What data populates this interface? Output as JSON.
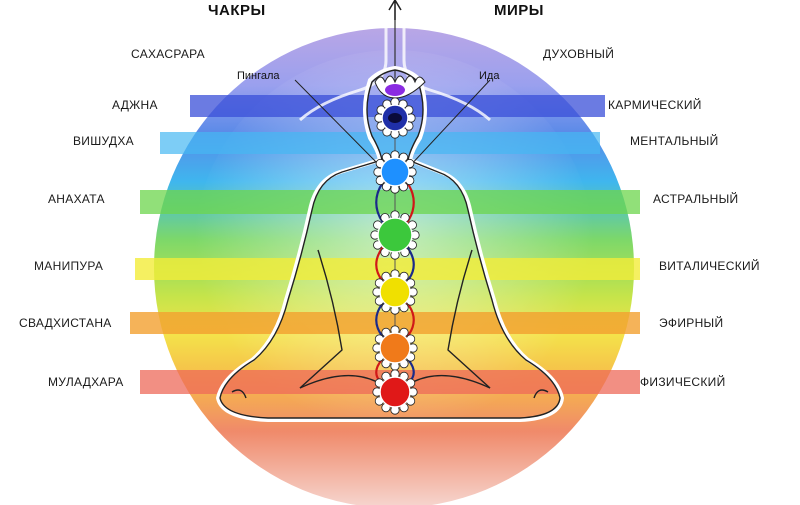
{
  "headers": {
    "chakras": "ЧАКРЫ",
    "worlds": "МИРЫ"
  },
  "nadis": {
    "pingala": "Пингала",
    "ida": "Ида"
  },
  "chakras": [
    {
      "name": "САХАСРАРА",
      "color": "#8a2be2"
    },
    {
      "name": "АДЖНА",
      "color": "#1f2fa8"
    },
    {
      "name": "ВИШУДХА",
      "color": "#1e90ff"
    },
    {
      "name": "АНАХАТА",
      "color": "#3cc83c"
    },
    {
      "name": "МАНИПУРА",
      "color": "#f0e000"
    },
    {
      "name": "СВАДХИСТАНА",
      "color": "#f07a1a"
    },
    {
      "name": "МУЛАДХАРА",
      "color": "#e01818"
    }
  ],
  "worlds": [
    {
      "name": "ДУХОВНЫЙ"
    },
    {
      "name": "КАРМИЧЕСКИЙ"
    },
    {
      "name": "МЕНТАЛЬНЫЙ"
    },
    {
      "name": "АСТРАЛЬНЫЙ"
    },
    {
      "name": "ВИТАЛИЧЕСКИЙ"
    },
    {
      "name": "ЭФИРНЫЙ"
    },
    {
      "name": "ФИЗИЧЕСКИЙ"
    }
  ]
}
